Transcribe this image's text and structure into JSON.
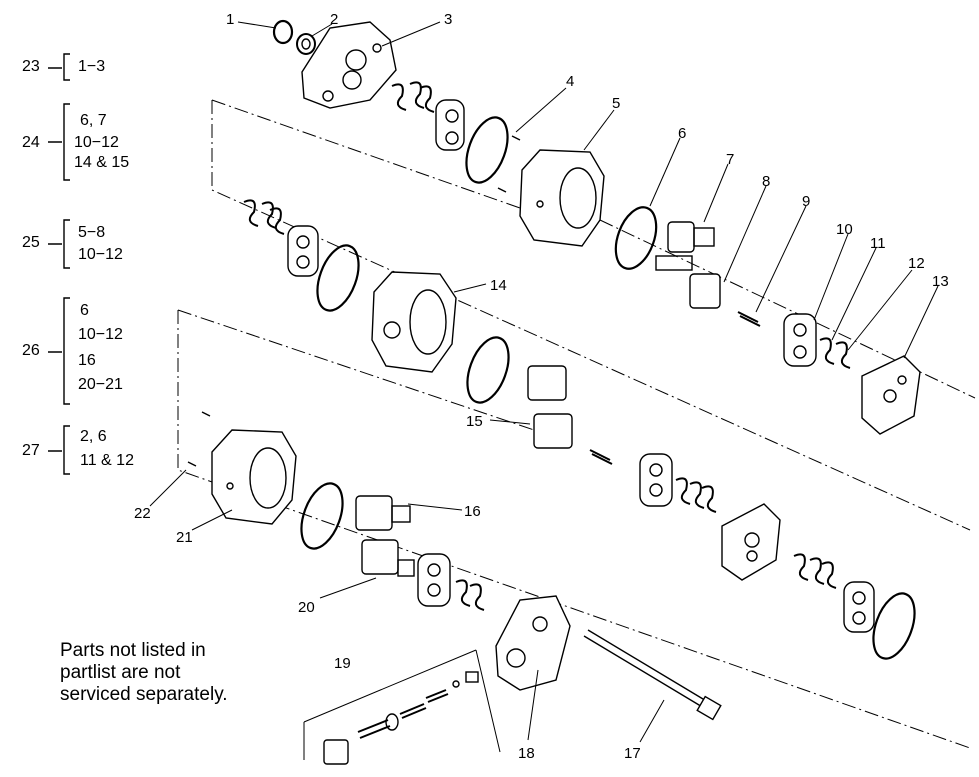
{
  "groups": [
    {
      "num": "23",
      "items": [
        "1−3"
      ]
    },
    {
      "num": "24",
      "items": [
        "6, 7",
        "10−12",
        "14 & 15"
      ]
    },
    {
      "num": "25",
      "items": [
        "5−8",
        "10−12"
      ]
    },
    {
      "num": "26",
      "items": [
        "6",
        "10−12",
        "16",
        "20−21"
      ]
    },
    {
      "num": "27",
      "items": [
        "2, 6",
        "11 & 12"
      ]
    }
  ],
  "callouts": [
    "1",
    "2",
    "3",
    "4",
    "5",
    "6",
    "7",
    "8",
    "9",
    "10",
    "11",
    "12",
    "13",
    "14",
    "15",
    "16",
    "17",
    "18",
    "19",
    "20",
    "21",
    "22"
  ],
  "note": {
    "line1": "Parts not listed in",
    "line2": "partlist are not",
    "line3": "serviced separately."
  }
}
